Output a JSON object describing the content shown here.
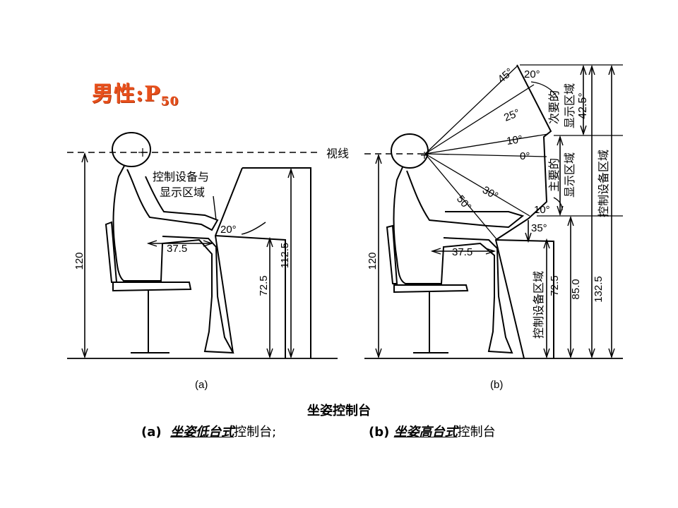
{
  "title": {
    "prefix": "男性:P",
    "subscript": "50"
  },
  "sight_line_label": "视线",
  "figure_a": {
    "label": "(a)",
    "callout": [
      "控制设备与",
      "显示区域"
    ],
    "angle": "20°",
    "depth": "37.5",
    "height_total": "120",
    "height_desk": "72.5",
    "height_top": "112.5"
  },
  "figure_b": {
    "label": "(b)",
    "angles": [
      "45°",
      "20°",
      "25°",
      "10°",
      "0°",
      "30°",
      "50°",
      "10°",
      "35°"
    ],
    "secondary_zone": [
      "次要的",
      "显示区域",
      "42.5°"
    ],
    "primary_zone": [
      "主要的",
      "显示区域"
    ],
    "control_zone_side": "控制设备区域",
    "control_zone_bottom": "控制设备区域",
    "depth": "37.5",
    "height_total": "120",
    "height_desk": "72.5",
    "height_85": "85.0",
    "height_132": "132.5"
  },
  "caption": {
    "main": "坐姿控制台",
    "a_prefix": "(a)",
    "a_italic": "坐姿低台式",
    "a_suffix": "控制台;",
    "b_prefix": "(b)",
    "b_italic": "坐姿高台式",
    "b_suffix": "控制台"
  }
}
